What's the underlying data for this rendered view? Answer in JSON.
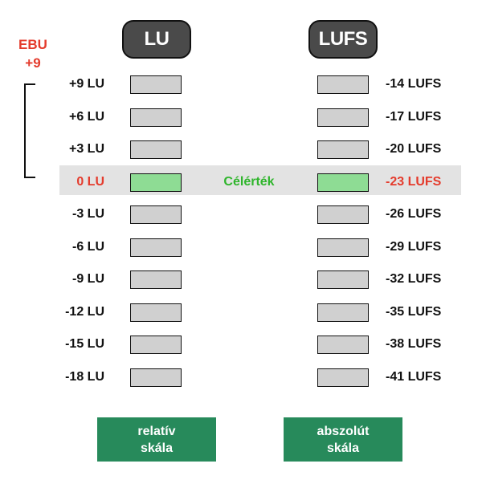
{
  "headers": {
    "lu": "LU",
    "lufs": "LUFS"
  },
  "ebu": {
    "line1": "EBU",
    "line2": "+9"
  },
  "target_label": "Célérték",
  "rows": [
    {
      "lu": "+9 LU",
      "lufs": "-14 LUFS",
      "target": false
    },
    {
      "lu": "+6 LU",
      "lufs": "-17 LUFS",
      "target": false
    },
    {
      "lu": "+3 LU",
      "lufs": "-20 LUFS",
      "target": false
    },
    {
      "lu": "0 LU",
      "lufs": "-23 LUFS",
      "target": true
    },
    {
      "lu": "-3 LU",
      "lufs": "-26 LUFS",
      "target": false
    },
    {
      "lu": "-6 LU",
      "lufs": "-29 LUFS",
      "target": false
    },
    {
      "lu": "-9 LU",
      "lufs": "-32 LUFS",
      "target": false
    },
    {
      "lu": "-12 LU",
      "lufs": "-35 LUFS",
      "target": false
    },
    {
      "lu": "-15 LU",
      "lufs": "-38 LUFS",
      "target": false
    },
    {
      "lu": "-18 LU",
      "lufs": "-41 LUFS",
      "target": false
    }
  ],
  "scales": {
    "relative": {
      "line1": "relatív",
      "line2": "skála"
    },
    "absolute": {
      "line1": "abszolút",
      "line2": "skála"
    }
  },
  "colors": {
    "target_text": "#e43b2c",
    "target_meter": "#8edc94",
    "target_label": "#2fb52c",
    "scale_box": "#278a5b",
    "header_bg": "#4a4a4a"
  }
}
